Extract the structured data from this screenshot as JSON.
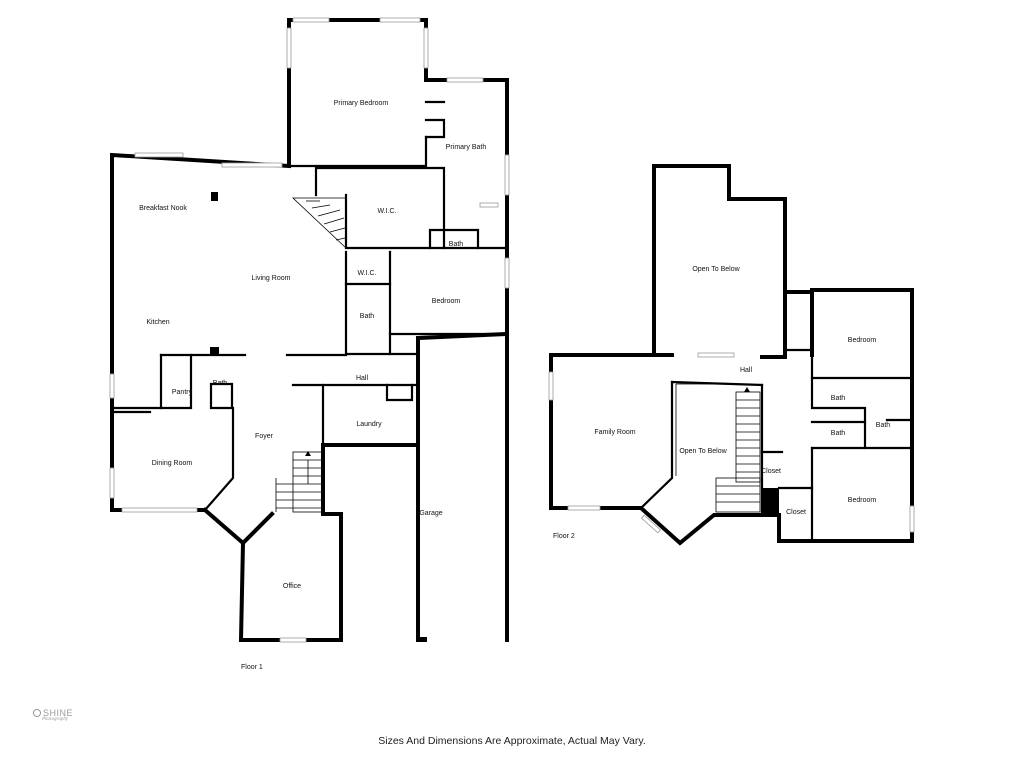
{
  "floors": [
    {
      "name": "Floor 1",
      "rooms": [
        "Primary Bedroom",
        "Primary Bath",
        "W.I.C.",
        "Bath",
        "Breakfast Nook",
        "Living Room",
        "W.I.C.",
        "Bedroom",
        "Bath",
        "Kitchen",
        "Pantry",
        "Bath",
        "Hall",
        "Laundry",
        "Foyer",
        "Dining Room",
        "Garage",
        "Office"
      ]
    },
    {
      "name": "Floor 2",
      "rooms": [
        "Open To Below",
        "Bedroom",
        "Hall",
        "Family Room",
        "Bath",
        "Bath",
        "Bath",
        "Open To Below",
        "Closet",
        "Closet",
        "Bedroom"
      ]
    }
  ],
  "disclaimer": "Sizes And Dimensions Are Approximate, Actual May Vary.",
  "logo": {
    "name": "SHINE",
    "tagline": "Photography"
  },
  "colors": {
    "wall": "#000000",
    "window": "#9a9a9a",
    "background": "#ffffff"
  }
}
